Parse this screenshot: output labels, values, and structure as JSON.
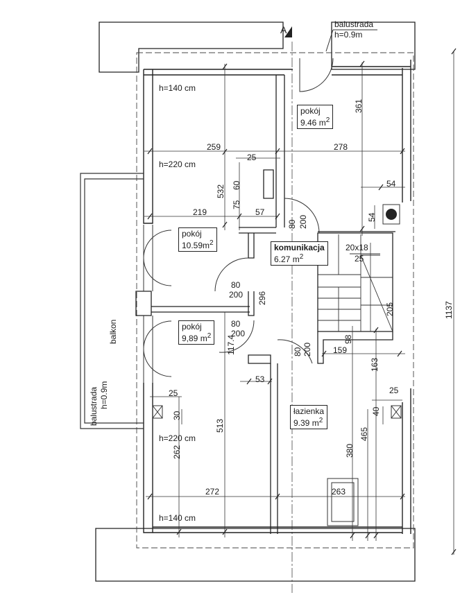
{
  "section_marker": "A",
  "balustrade_top": {
    "label": "balustrada",
    "height": "h=0.9m"
  },
  "balustrade_left": {
    "label": "balustrada",
    "height": "h=0.9m"
  },
  "balcony": "balkon",
  "overall_height": "1137",
  "rooms": [
    {
      "name": "pokój",
      "area": "9.46 m",
      "exp": "2"
    },
    {
      "name": "pokój",
      "area": "10.59m",
      "exp": "2"
    },
    {
      "name": "komunikacja",
      "area": "6.27 m",
      "exp": "2"
    },
    {
      "name": "pokój",
      "area": "9,89 m",
      "exp": "2"
    },
    {
      "name": "łazienka",
      "area": "9.39 m",
      "exp": "2"
    }
  ],
  "heights": {
    "top_h140": "h=140 cm",
    "top_h220": "h=220 cm",
    "bottom_h220": "h=220 cm",
    "bottom_h140": "h=140 cm"
  },
  "dims": {
    "d259": "259",
    "d25a": "25",
    "d278": "278",
    "d219": "219",
    "d57": "57",
    "d532": "532",
    "d60": "60",
    "d75": "75",
    "d361": "361",
    "d54a": "54",
    "d54b": "54",
    "d20x18": "20x18",
    "d25b": "25",
    "d205": "205",
    "door1_w": "80",
    "door1_h": "200",
    "door2_w": "80",
    "door2_h": "200",
    "door3_w": "80",
    "door3_h": "200",
    "door4_w": "80",
    "door4_h": "200",
    "d296": "296",
    "d117": "117.4",
    "d98": "98",
    "d159": "159",
    "d163": "163",
    "d53": "53",
    "d25c": "25",
    "d30": "30",
    "d513": "513",
    "d262": "262",
    "d25d": "25",
    "d40": "40",
    "d465": "465",
    "d380": "380",
    "d272": "272",
    "d263": "263"
  }
}
